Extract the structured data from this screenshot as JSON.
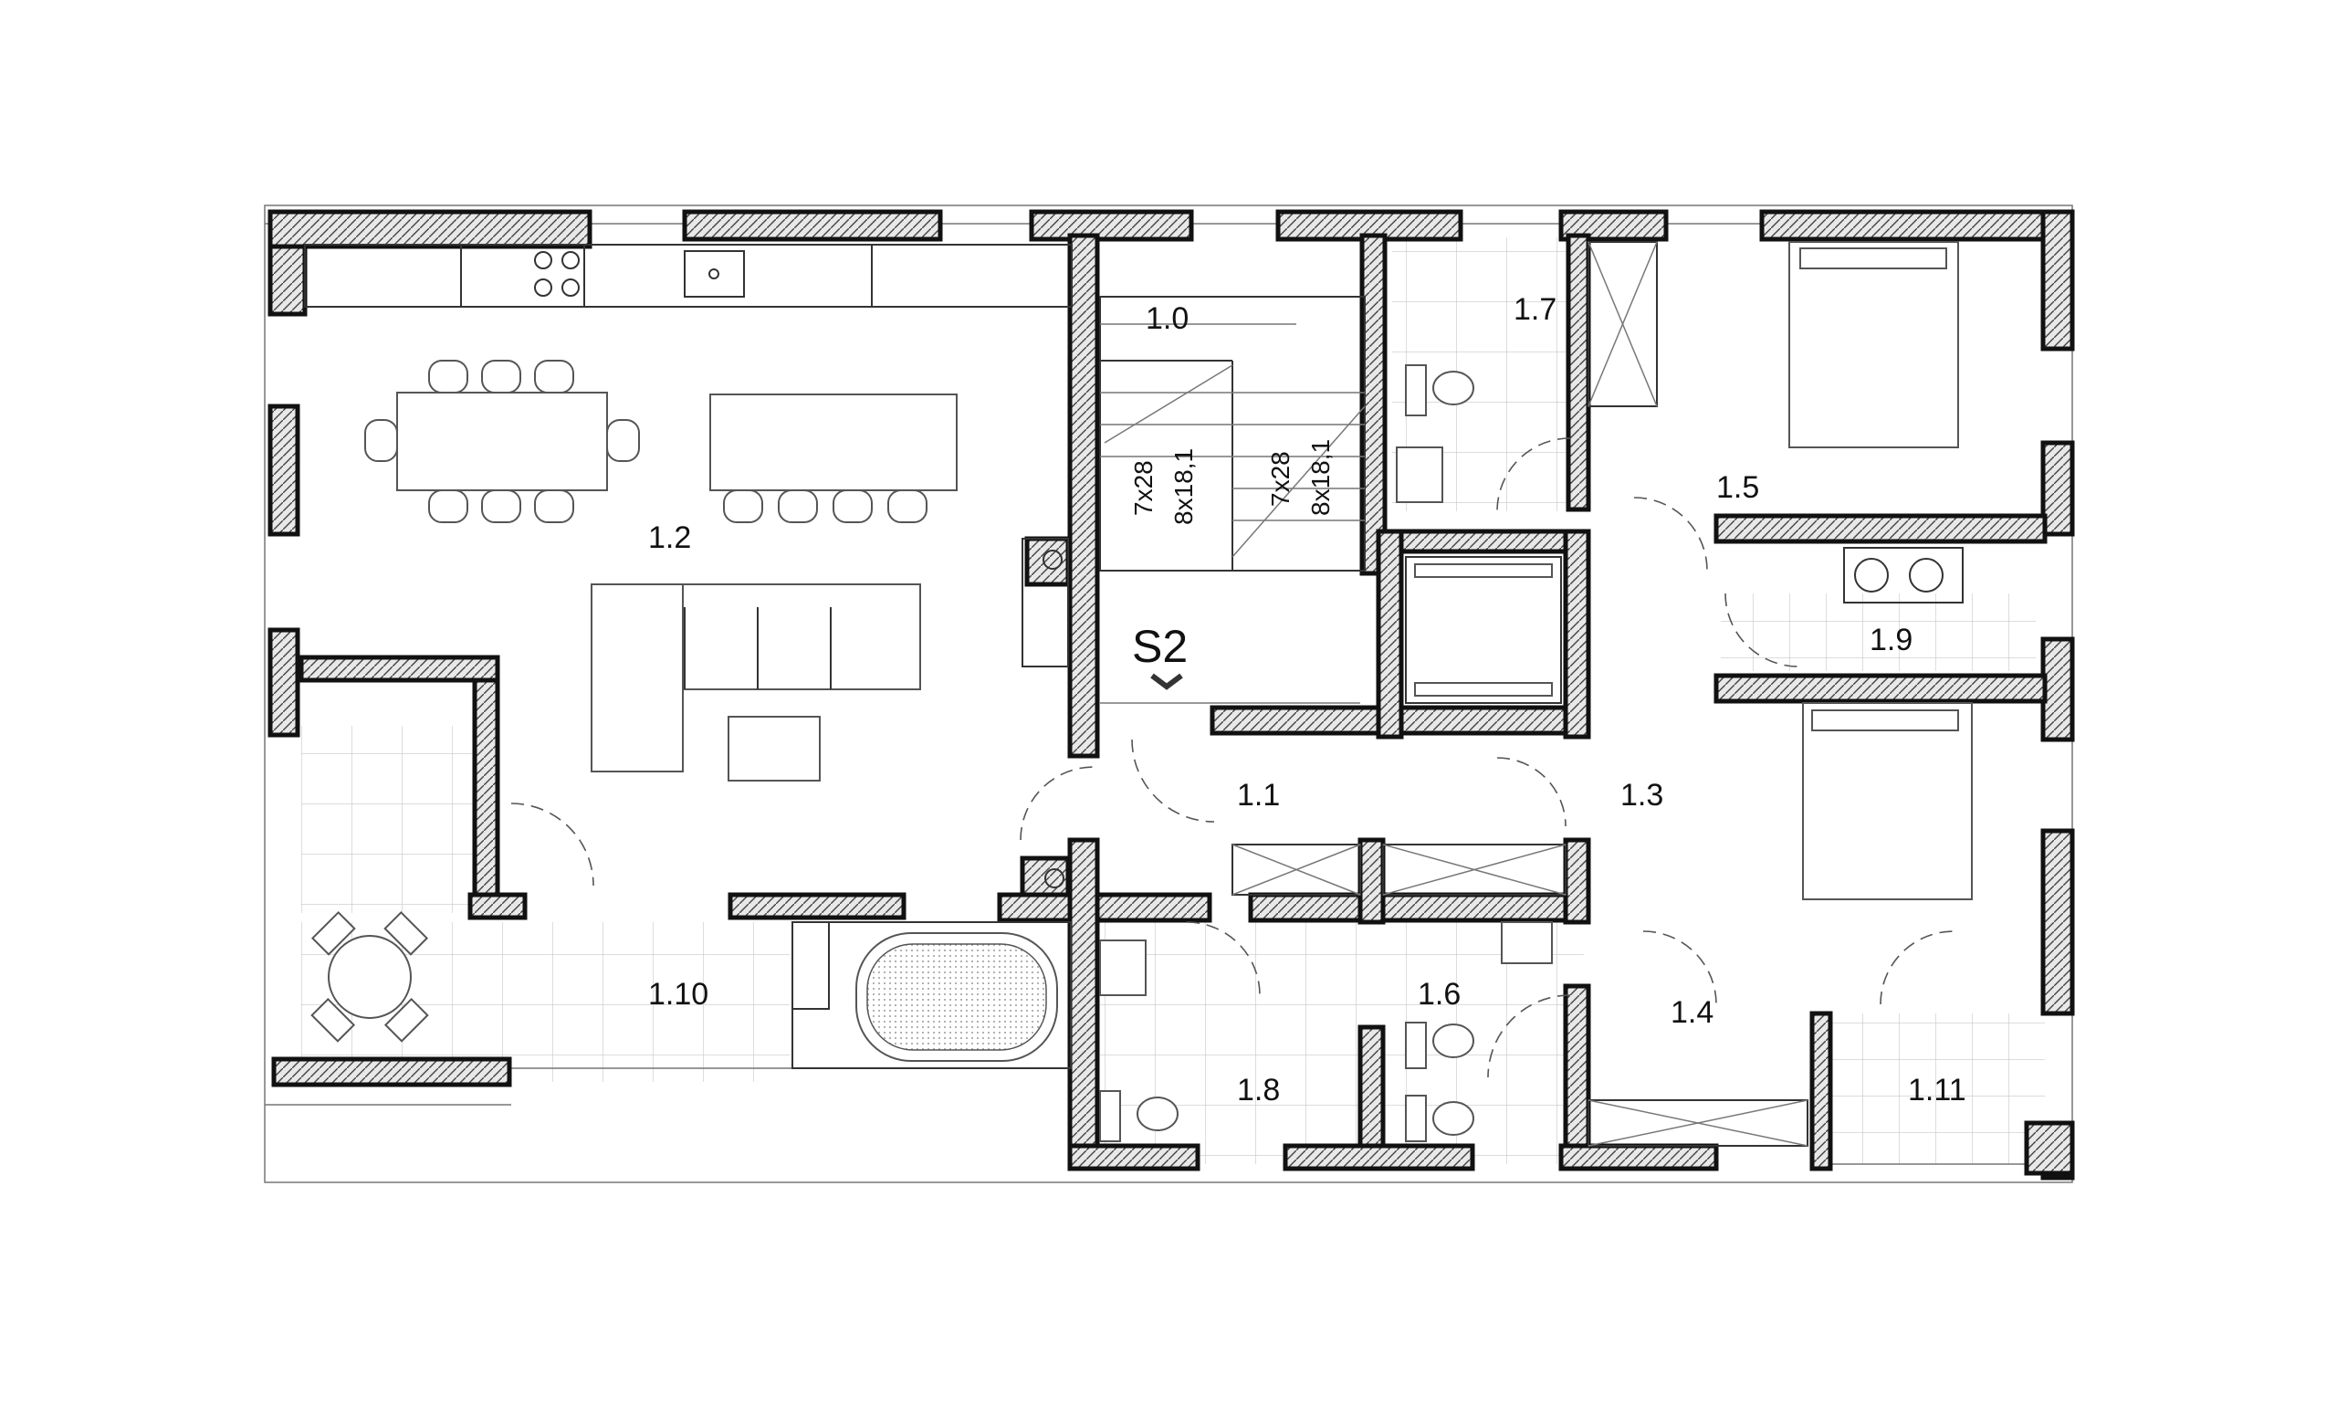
{
  "plan": {
    "rooms": [
      {
        "id": "r10",
        "label": "1.0"
      },
      {
        "id": "r11",
        "label": "1.1"
      },
      {
        "id": "r12",
        "label": "1.2"
      },
      {
        "id": "r13",
        "label": "1.3"
      },
      {
        "id": "r14",
        "label": "1.4"
      },
      {
        "id": "r15",
        "label": "1.5"
      },
      {
        "id": "r16",
        "label": "1.6"
      },
      {
        "id": "r17",
        "label": "1.7"
      },
      {
        "id": "r18",
        "label": "1.8"
      },
      {
        "id": "r19",
        "label": "1.9"
      },
      {
        "id": "r110",
        "label": "1.10"
      },
      {
        "id": "r111",
        "label": "1.11"
      }
    ],
    "stairs": {
      "left_steps": "7x28",
      "left_risers": "8x18,1",
      "right_steps": "7x28",
      "right_risers": "8x18,1"
    },
    "section_marker": "S2"
  }
}
